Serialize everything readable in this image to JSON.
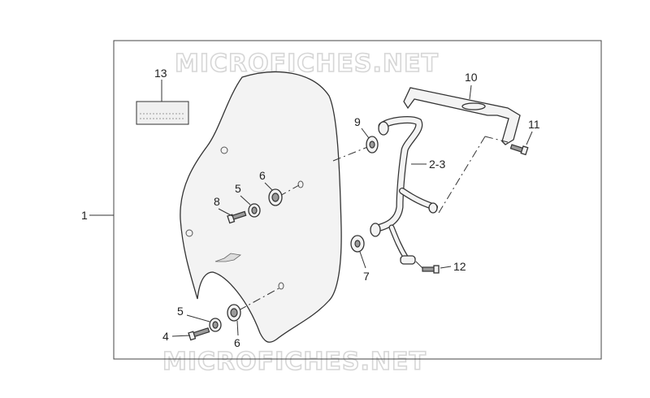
{
  "watermark": {
    "text": "MICROFICHES.NET"
  },
  "callouts": {
    "c1": "1",
    "c2_3": "2-3",
    "c4": "4",
    "c5_top": "5",
    "c5_bottom": "5",
    "c6_top": "6",
    "c6_bottom": "6",
    "c7": "7",
    "c8": "8",
    "c9": "9",
    "c10": "10",
    "c11": "11",
    "c12": "12",
    "c13": "13"
  }
}
